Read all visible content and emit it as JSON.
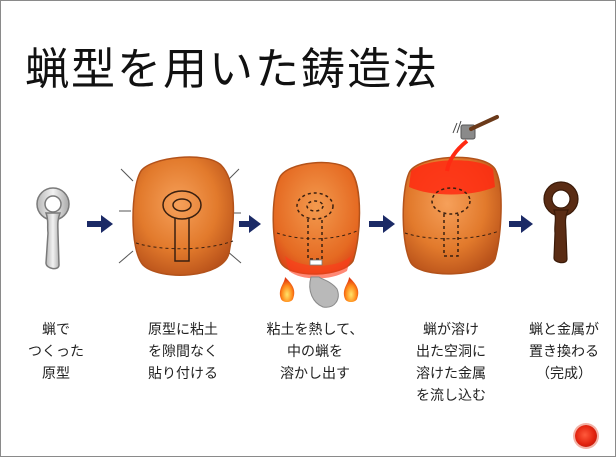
{
  "title": "蝋型を用いた鋳造法",
  "steps": [
    {
      "caption": "蝋で\nつくった\n原型"
    },
    {
      "caption": "原型に粘土\nを隙間なく\n貼り付ける"
    },
    {
      "caption": "粘土を熱して、\n中の蝋を\n溶かし出す"
    },
    {
      "caption": "蝋が溶け\n出た空洞に\n溶けた金属\nを流し込む"
    },
    {
      "caption": "蝋と金属が\n置き換わる\n（完成）"
    }
  ],
  "icons": [
    "wax-model-icon",
    "clay-mold-icon",
    "heated-mold-icon",
    "pouring-mold-icon",
    "metal-casting-icon",
    "arrow-right-icon",
    "record-icon"
  ],
  "colors": {
    "clay": "#e0782a",
    "clay_dark": "#b3521a",
    "arrow": "#1b2a66",
    "wax": "#d6d6d6",
    "metal": "#5a2c14",
    "molten": "#ff2a12",
    "fire": "#ff7a1a"
  }
}
